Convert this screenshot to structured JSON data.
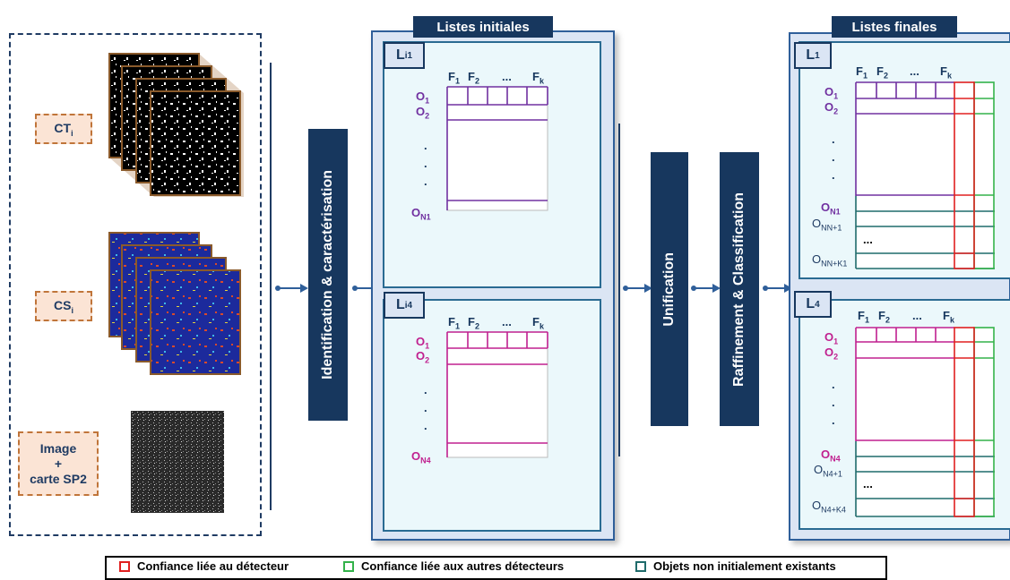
{
  "inputs": {
    "ct": {
      "label": "CT",
      "sub": "i"
    },
    "cs": {
      "label": "CS",
      "sub": "i"
    },
    "image": {
      "line1": "Image",
      "line2": "+",
      "line3": "carte SP2"
    }
  },
  "steps": {
    "identification": "Identification  & caractérisation",
    "unification": "Unification",
    "raffinement": "Raffinement & Classification"
  },
  "initial": {
    "header": "Listes initiales",
    "lists": [
      {
        "tag": "L",
        "tag_sub": "i1",
        "last_label": "O",
        "last_sub": "N1"
      },
      {
        "tag": "L",
        "tag_sub": "i4",
        "last_label": "O",
        "last_sub": "N4"
      }
    ]
  },
  "final": {
    "header": "Listes finales",
    "lists": [
      {
        "tag": "L",
        "tag_sub": "1",
        "last_label": "O",
        "last_sub": "N1",
        "extra1": "O",
        "extra1_sub": "NN+1",
        "extra2": "O",
        "extra2_sub": "NN+K1"
      },
      {
        "tag": "L",
        "tag_sub": "4",
        "last_label": "O",
        "last_sub": "N4",
        "extra1": "O",
        "extra1_sub": "N4+1",
        "extra2": "O",
        "extra2_sub": "N4+K4"
      }
    ]
  },
  "table": {
    "f1": "F",
    "f1_sub": "1",
    "f2": "F",
    "f2_sub": "2",
    "dots": "...",
    "fk": "F",
    "fk_sub": "k",
    "o1": "O",
    "o1_sub": "1",
    "o2": "O",
    "o2_sub": "2",
    "vdots": ".",
    "hdots": "..."
  },
  "legend": {
    "items": [
      {
        "label": "Confiance liée au détecteur",
        "color": "#e02020"
      },
      {
        "label": "Confiance liée aux autres détecteurs",
        "color": "#33b24a"
      },
      {
        "label": "Objets non initialement existants",
        "color": "#1f6b6b"
      }
    ]
  },
  "colors": {
    "navy": "#17375e",
    "purple": "#7030a0",
    "magenta": "#c0208f",
    "red": "#e02020",
    "green": "#33b24a",
    "teal": "#1f6b6b"
  }
}
